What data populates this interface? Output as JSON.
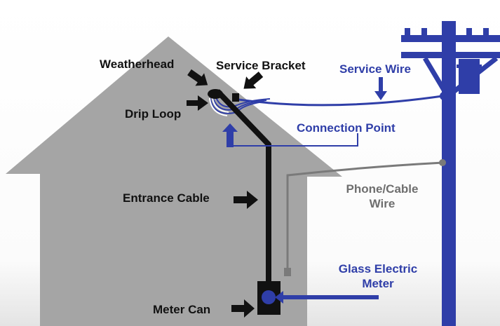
{
  "colors": {
    "background_top": "#ffffff",
    "background_bottom": "#e6e6e6",
    "house": "#a5a5a5",
    "pole": "#2f3ea8",
    "label_black": "#111111",
    "label_blue": "#2f3ea8",
    "label_gray": "#6e6e6e",
    "phone_wire": "#7a7a7a"
  },
  "labels": {
    "weatherhead": "Weatherhead",
    "service_bracket": "Service Bracket",
    "drip_loop": "Drip Loop",
    "service_wire": "Service Wire",
    "connection_point": "Connection Point",
    "entrance_cable": "Entrance Cable",
    "phone_cable_line1": "Phone/Cable",
    "phone_cable_line2": "Wire",
    "glass_meter_line1": "Glass Electric",
    "glass_meter_line2": "Meter",
    "meter_can": "Meter Can"
  }
}
